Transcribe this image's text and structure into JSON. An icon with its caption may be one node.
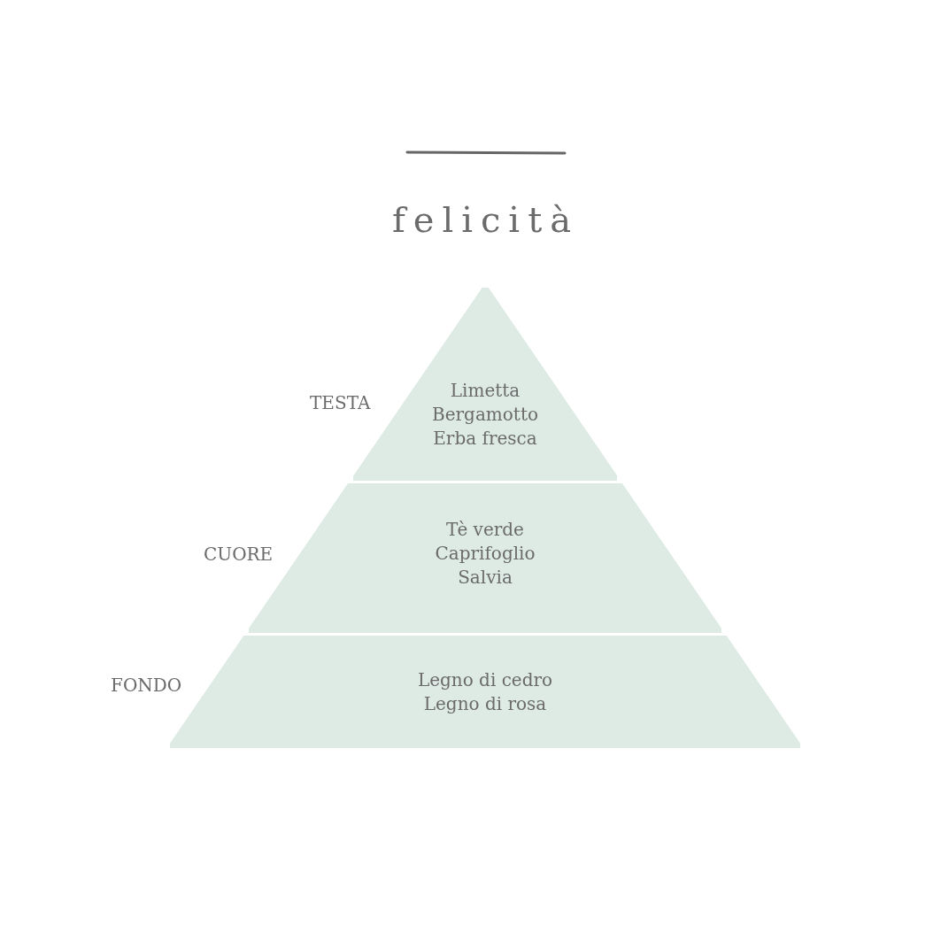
{
  "diagram": {
    "title": "felicità",
    "nodes": [
      {
        "text": [
          "Limetta",
          "Bergamotto",
          "Erba fresca"
        ],
        "beside": [
          "TESTA"
        ]
      },
      {
        "text": [
          "Tè verde",
          "Caprifoglio",
          "Salvia"
        ],
        "beside": [
          "CUORE"
        ]
      },
      {
        "text": [
          "Legno di cedro",
          "Legno di rosa"
        ],
        "beside": [
          "FONDO"
        ]
      }
    ]
  }
}
